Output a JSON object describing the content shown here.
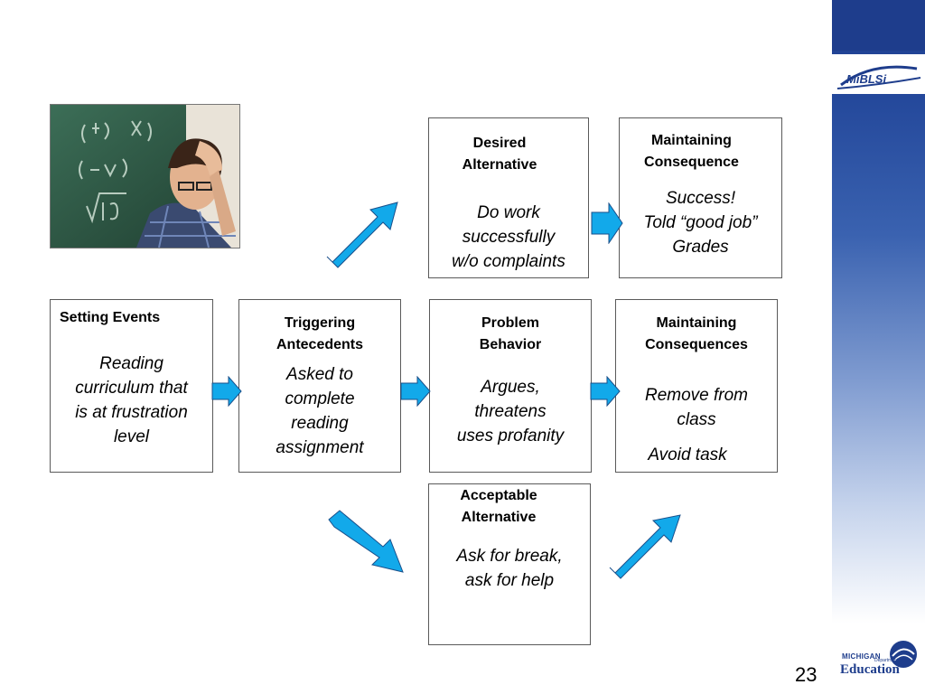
{
  "diagram": {
    "setting_events": {
      "title": "Setting Events",
      "body": [
        "Reading",
        "curriculum that",
        "is at frustration",
        "level"
      ]
    },
    "triggering_antecedents": {
      "title": [
        "Triggering",
        "Antecedents"
      ],
      "body": [
        "Asked to",
        "complete",
        "reading",
        "assignment"
      ]
    },
    "problem_behavior": {
      "title": [
        "Problem",
        "Behavior"
      ],
      "body": [
        "Argues,",
        "threatens",
        "uses profanity"
      ]
    },
    "maintaining_consequences": {
      "title": [
        "Maintaining",
        "Consequences"
      ],
      "body": [
        "Remove from",
        "class"
      ],
      "body2": "Avoid task"
    },
    "desired_alternative": {
      "title": [
        "Desired",
        "Alternative"
      ],
      "body": [
        "Do work",
        "successfully",
        "w/o complaints"
      ]
    },
    "maintaining_consequence": {
      "title": [
        "Maintaining",
        "Consequence"
      ],
      "body": [
        "Success!",
        "Told “good job”",
        "Grades"
      ]
    },
    "acceptable_alternative": {
      "title": [
        "Acceptable",
        "Alternative"
      ],
      "body": [
        "Ask for break,",
        "ask for help"
      ]
    }
  },
  "slide": {
    "page_number": "23"
  },
  "branding": {
    "logo_top": "MiBLSi",
    "logo_bottom_state": "MICHIGAN",
    "logo_bottom_dept": "Department of",
    "logo_bottom_name": "Education"
  },
  "colors": {
    "arrow_fill": "#12a9ea",
    "arrow_stroke": "#1a4f8a",
    "band_dark": "#1e3d8c"
  },
  "icons": {
    "photo": "student-frustrated-photo",
    "arrows": "block-arrow-icon"
  }
}
